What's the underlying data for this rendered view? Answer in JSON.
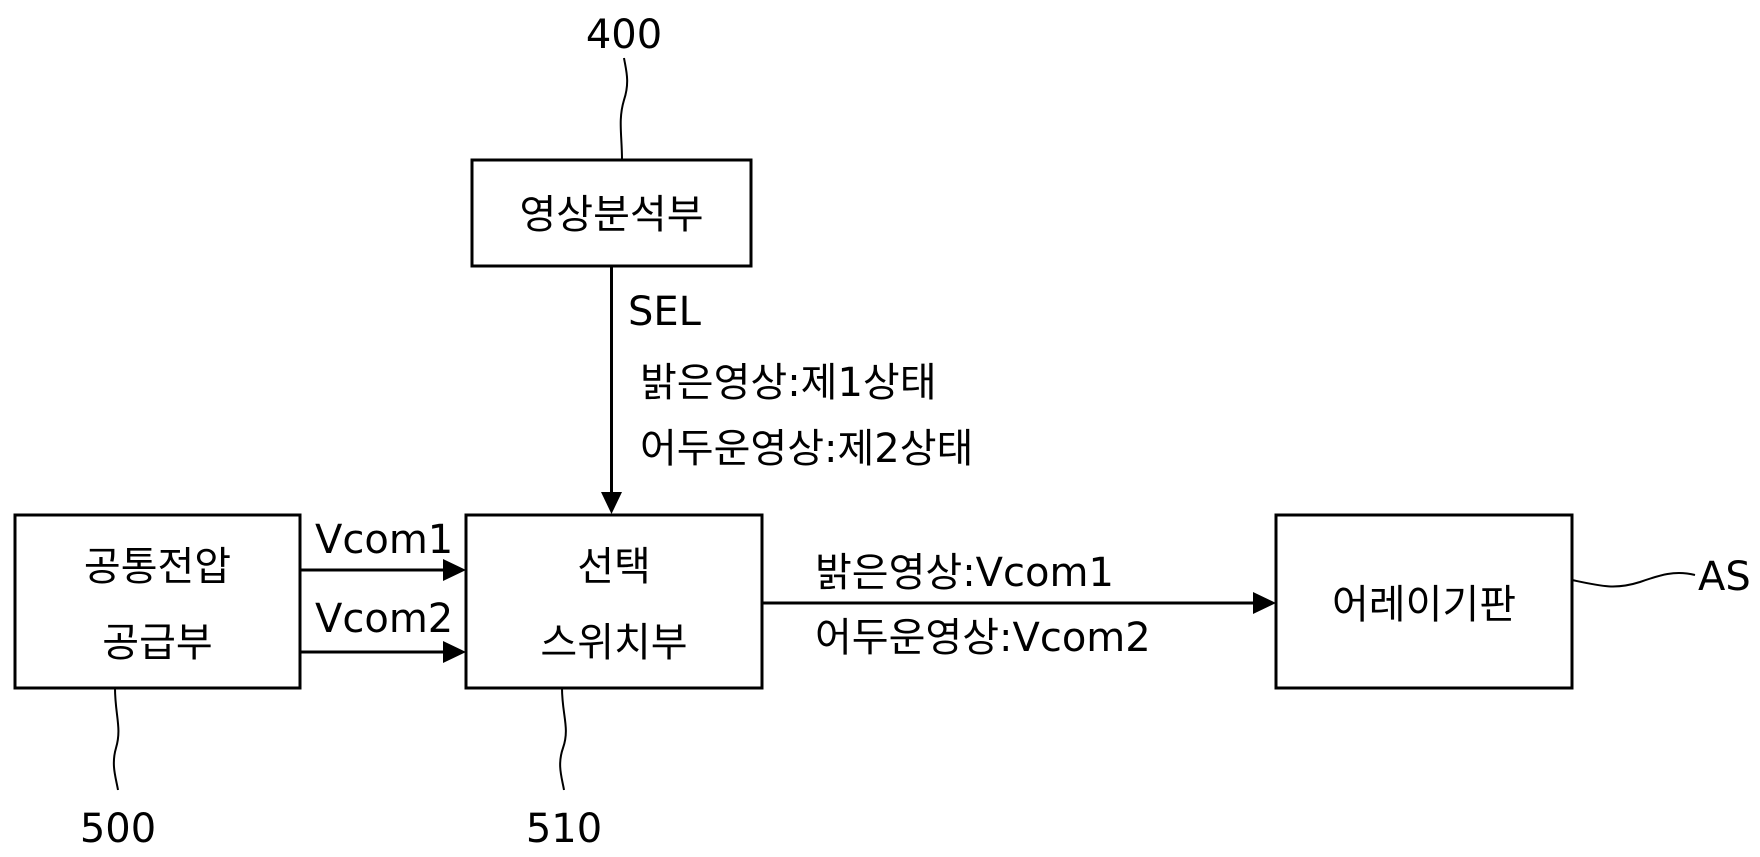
{
  "blocks": {
    "image_analyzer": {
      "label": "영상분석부",
      "ref": "400"
    },
    "common_voltage_supply": {
      "line1": "공통전압",
      "line2": "공급부",
      "ref": "500"
    },
    "selection_switch": {
      "line1": "선택",
      "line2": "스위치부",
      "ref": "510"
    },
    "array_substrate": {
      "label": "어레이기판",
      "ref": "AS"
    }
  },
  "signals": {
    "sel": "SEL",
    "sel_state_bright": "밝은영상:제1상태",
    "sel_state_dark": "어두운영상:제2상태",
    "vcom1": "Vcom1",
    "vcom2": "Vcom2",
    "output_bright": "밝은영상:Vcom1",
    "output_dark": "어두운영상:Vcom2"
  }
}
